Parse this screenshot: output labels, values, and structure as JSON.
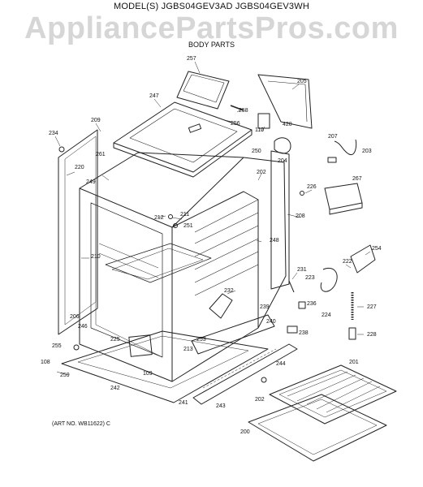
{
  "header": {
    "model": "MODEL(S) JGBS04GEV3AD  JGBS04GEV3WH",
    "watermark": "AppliancePartsPros.com",
    "section": "BODY PARTS"
  },
  "footer": {
    "art_no": "(ART NO. WB11622) C"
  },
  "parts": [
    {
      "id": "257",
      "label": "257"
    },
    {
      "id": "205",
      "label": "205"
    },
    {
      "id": "247",
      "label": "247"
    },
    {
      "id": "258",
      "label": "258"
    },
    {
      "id": "209",
      "label": "209"
    },
    {
      "id": "256",
      "label": "256"
    },
    {
      "id": "110",
      "label": "110"
    },
    {
      "id": "420",
      "label": "420"
    },
    {
      "id": "234",
      "label": "234"
    },
    {
      "id": "207",
      "label": "207"
    },
    {
      "id": "203",
      "label": "203"
    },
    {
      "id": "250",
      "label": "250"
    },
    {
      "id": "204",
      "label": "204"
    },
    {
      "id": "261",
      "label": "261"
    },
    {
      "id": "220",
      "label": "220"
    },
    {
      "id": "202",
      "label": "202"
    },
    {
      "id": "249",
      "label": "249"
    },
    {
      "id": "267",
      "label": "267"
    },
    {
      "id": "226",
      "label": "226"
    },
    {
      "id": "208",
      "label": "208"
    },
    {
      "id": "212",
      "label": "212"
    },
    {
      "id": "211",
      "label": "211"
    },
    {
      "id": "251",
      "label": "251"
    },
    {
      "id": "248",
      "label": "248"
    },
    {
      "id": "254",
      "label": "254"
    },
    {
      "id": "210",
      "label": "210"
    },
    {
      "id": "231",
      "label": "231"
    },
    {
      "id": "222",
      "label": "222"
    },
    {
      "id": "223",
      "label": "223"
    },
    {
      "id": "232",
      "label": "232"
    },
    {
      "id": "236",
      "label": "236"
    },
    {
      "id": "227",
      "label": "227"
    },
    {
      "id": "239",
      "label": "239"
    },
    {
      "id": "206",
      "label": "206"
    },
    {
      "id": "246",
      "label": "246"
    },
    {
      "id": "224",
      "label": "224"
    },
    {
      "id": "240",
      "label": "240"
    },
    {
      "id": "238",
      "label": "238"
    },
    {
      "id": "228",
      "label": "228"
    },
    {
      "id": "225",
      "label": "225"
    },
    {
      "id": "253",
      "label": "253"
    },
    {
      "id": "255",
      "label": "255"
    },
    {
      "id": "213",
      "label": "213"
    },
    {
      "id": "108",
      "label": "108"
    },
    {
      "id": "201",
      "label": "201"
    },
    {
      "id": "244",
      "label": "244"
    },
    {
      "id": "259",
      "label": "259"
    },
    {
      "id": "109",
      "label": "109"
    },
    {
      "id": "242",
      "label": "242"
    },
    {
      "id": "241",
      "label": "241"
    },
    {
      "id": "243",
      "label": "243"
    },
    {
      "id": "202b",
      "label": "202"
    },
    {
      "id": "200",
      "label": "200"
    }
  ]
}
